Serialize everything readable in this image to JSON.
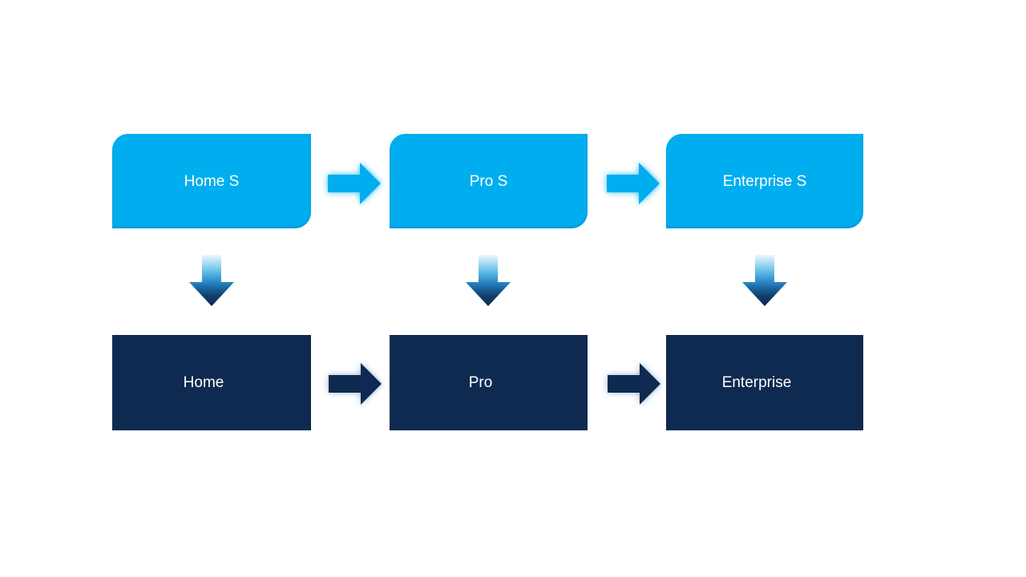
{
  "colors": {
    "background": "#FFFFFF",
    "cyan": "#00AEEF",
    "navy": "#0E2A50",
    "label_text": "#FFFFFF",
    "down_arrow_gradient": [
      "#EDF8FE",
      "#ABDFF7",
      "#4FB0E2",
      "#1D74B2",
      "#123E6B",
      "#0E2A50"
    ]
  },
  "diagram": {
    "columns": [
      {
        "top_label": "Home S",
        "bottom_label": "Home"
      },
      {
        "top_label": "Pro S",
        "bottom_label": "Pro"
      },
      {
        "top_label": "Enterprise S",
        "bottom_label": "Enterprise"
      }
    ],
    "icons": {
      "right_arrow": "→",
      "down_arrow": "↓"
    }
  }
}
